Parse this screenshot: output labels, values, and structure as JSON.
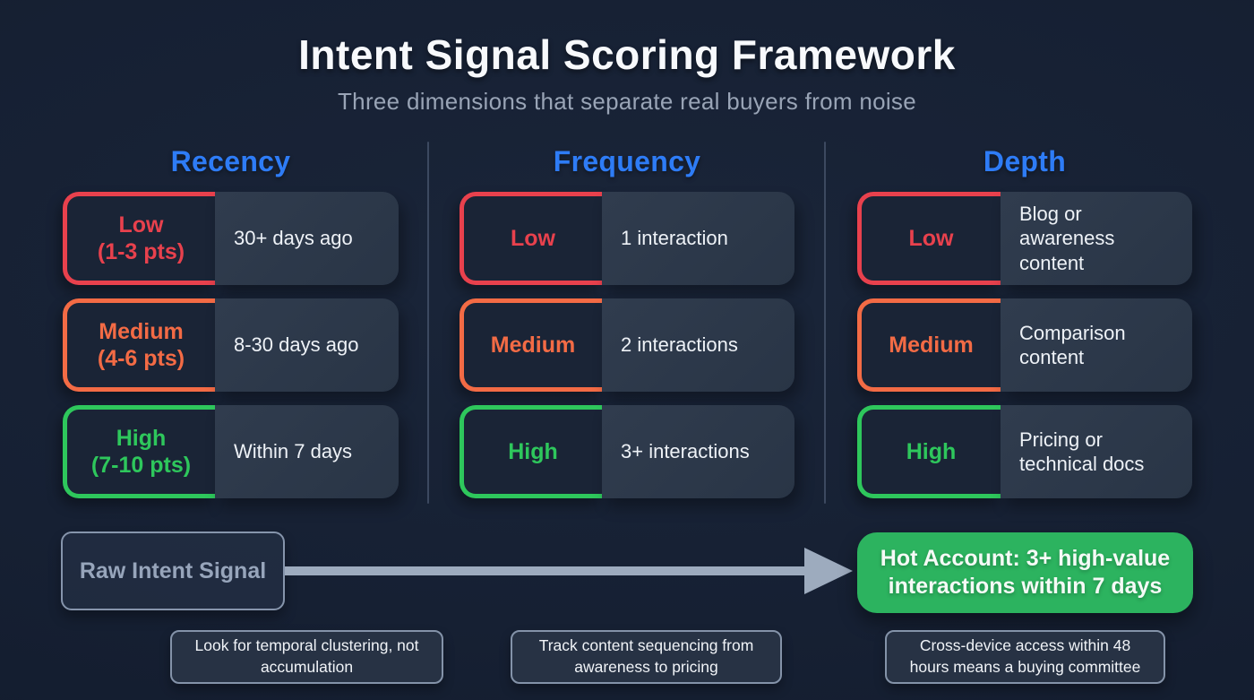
{
  "title": "Intent Signal Scoring Framework",
  "subtitle": "Three dimensions that separate real buyers from noise",
  "colors": {
    "low": "#e8414d",
    "medium": "#f36b45",
    "high": "#2ec75c",
    "column_header": "#2e7cf6",
    "hot_badge": "#2cb35f",
    "background": "#162033",
    "card": "#2c3848"
  },
  "columns": [
    {
      "title": "Recency",
      "rows": [
        {
          "level": "Low",
          "points": "(1-3 pts)",
          "tier": "low",
          "description": "30+ days ago"
        },
        {
          "level": "Medium",
          "points": "(4-6 pts)",
          "tier": "medium",
          "description": "8-30 days ago"
        },
        {
          "level": "High",
          "points": "(7-10 pts)",
          "tier": "high",
          "description": "Within 7 days"
        }
      ]
    },
    {
      "title": "Frequency",
      "rows": [
        {
          "level": "Low",
          "points": "",
          "tier": "low",
          "description": "1 interaction"
        },
        {
          "level": "Medium",
          "points": "",
          "tier": "medium",
          "description": "2 interactions"
        },
        {
          "level": "High",
          "points": "",
          "tier": "high",
          "description": "3+ interactions"
        }
      ]
    },
    {
      "title": "Depth",
      "rows": [
        {
          "level": "Low",
          "points": "",
          "tier": "low",
          "description": "Blog or awareness content"
        },
        {
          "level": "Medium",
          "points": "",
          "tier": "medium",
          "description": "Comparison content"
        },
        {
          "level": "High",
          "points": "",
          "tier": "high",
          "description": "Pricing or technical docs"
        }
      ]
    }
  ],
  "flow": {
    "source_label": "Raw Intent Signal",
    "result_label": "Hot Account: 3+ high-value interactions within 7 days"
  },
  "notes": [
    {
      "text": "Look for temporal clustering, not accumulation"
    },
    {
      "text": "Track content sequencing from awareness to pricing"
    },
    {
      "text": "Cross-device access within 48 hours means a buying committee"
    }
  ]
}
